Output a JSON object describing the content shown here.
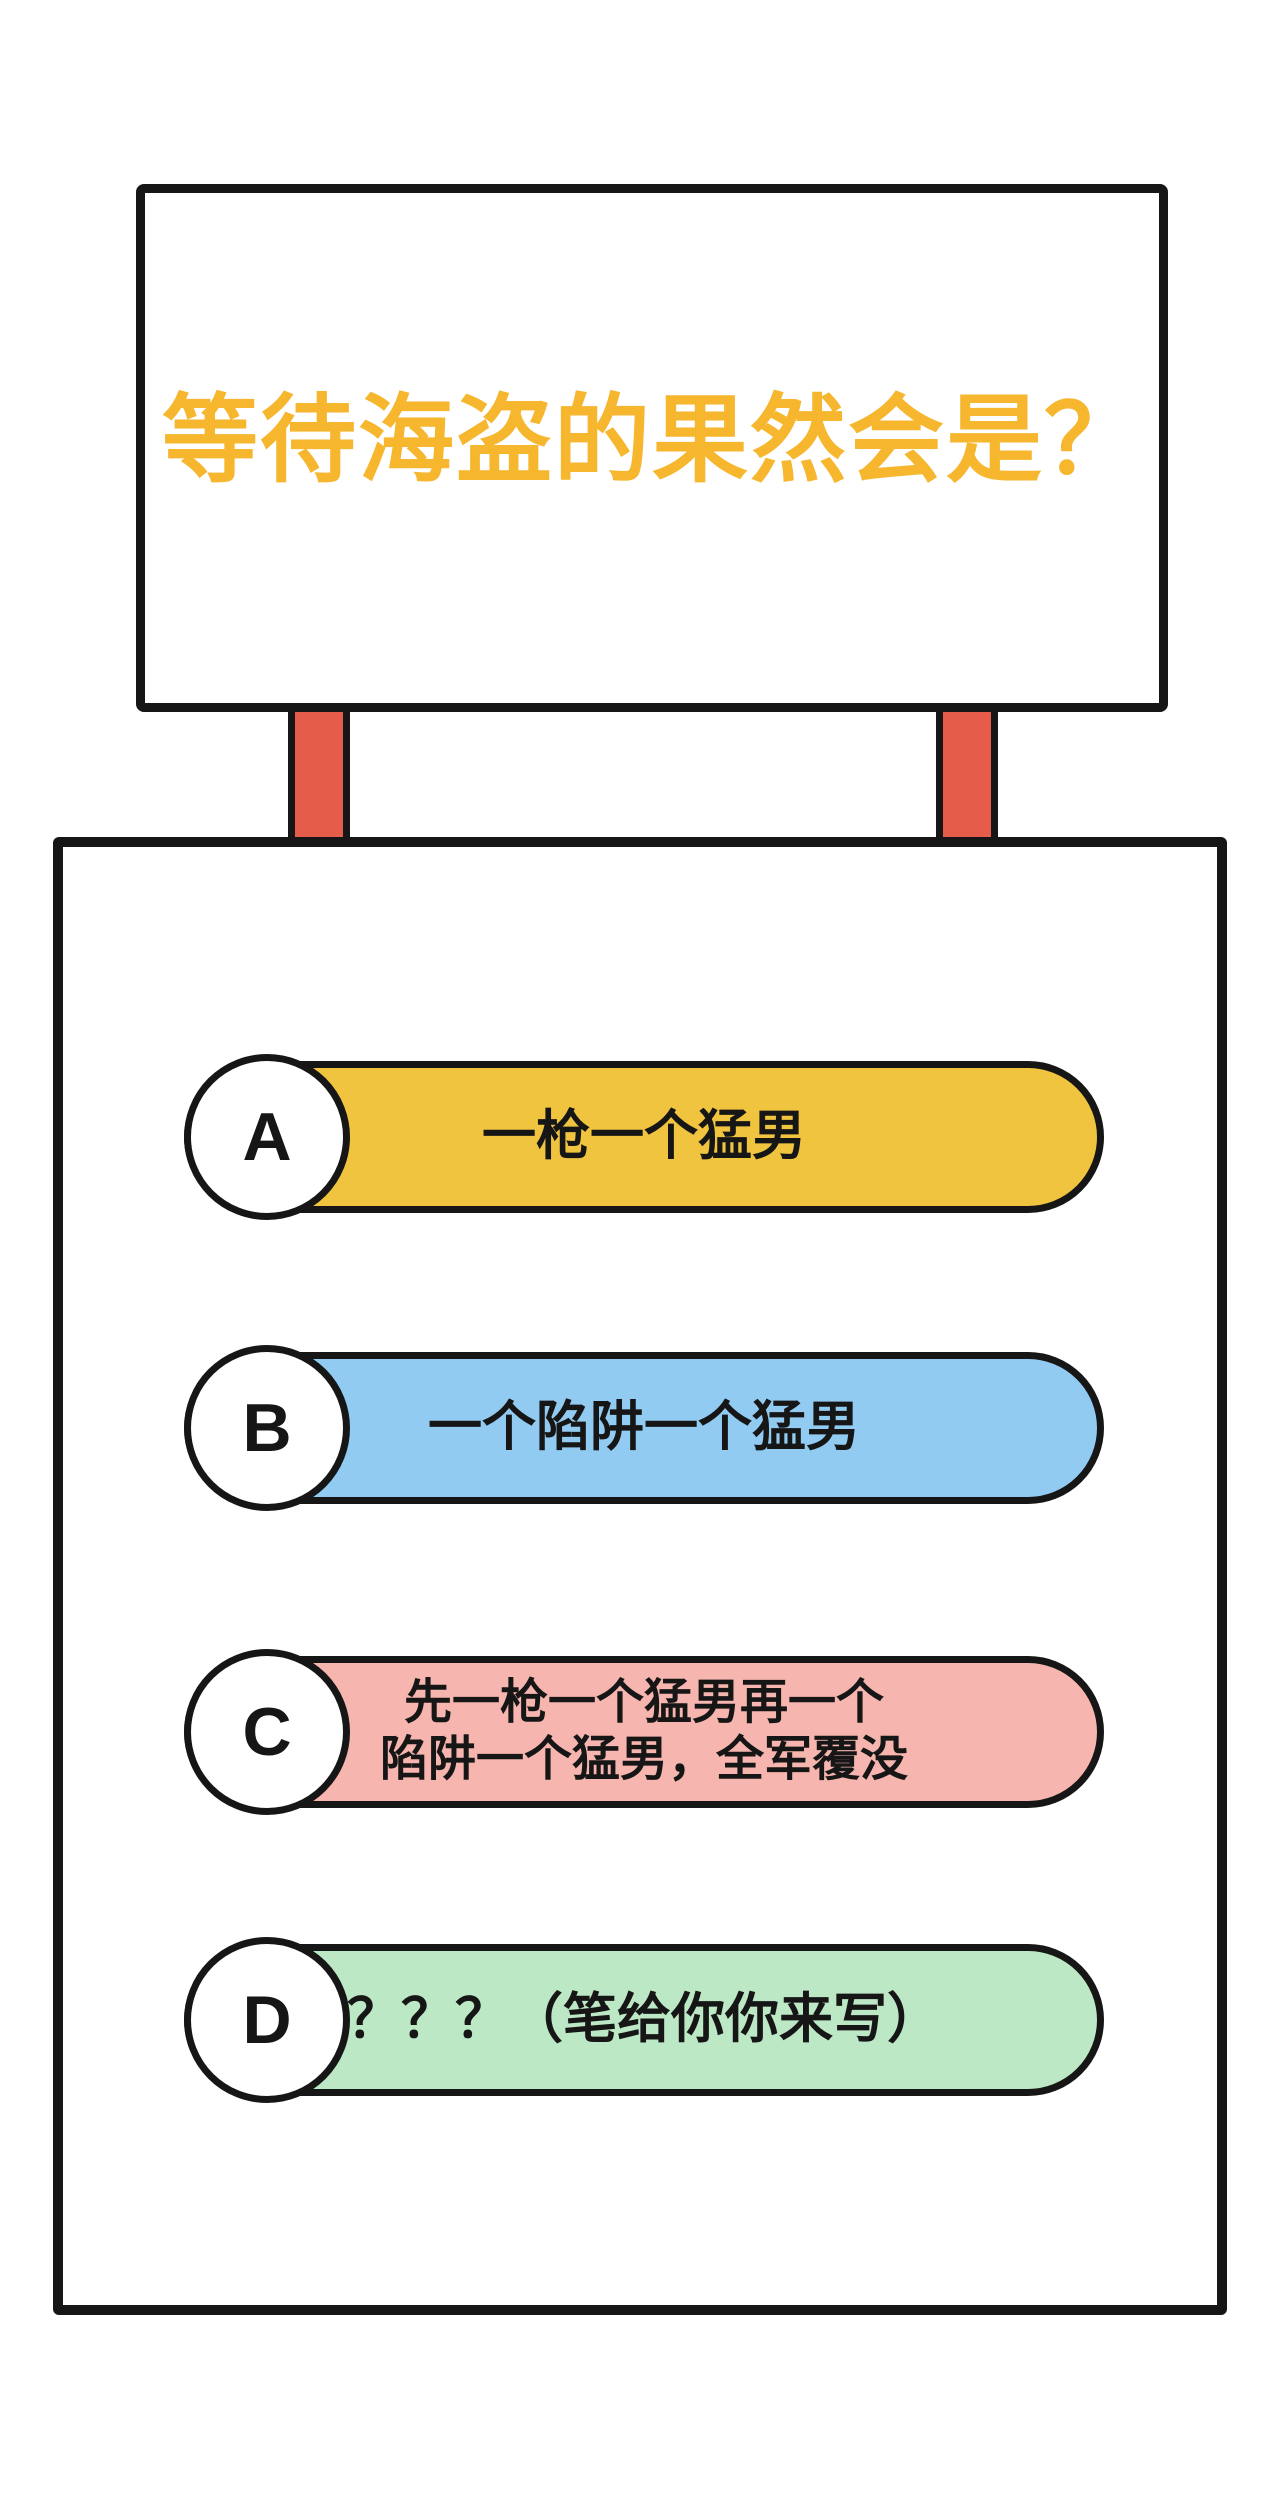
{
  "sign": {
    "title": "等待海盗的果然会是？",
    "title_color": "#F6B62E",
    "title_outline_color": "#FFFFFF"
  },
  "post_color": "#E65C4B",
  "border_color": "#161616",
  "options": [
    {
      "letter": "A",
      "lines": [
        "一枪一个猛男"
      ],
      "color": "#F0C43F"
    },
    {
      "letter": "B",
      "lines": [
        "一个陷阱一个猛男"
      ],
      "color": "#92CBF2"
    },
    {
      "letter": "C",
      "lines": [
        "先一枪一个猛男再一个",
        "陷阱一个猛男，全军覆没"
      ],
      "color": "#F6B5AE"
    },
    {
      "letter": "D",
      "lines": [
        "？？？（笔给你你来写）"
      ],
      "color": "#BDE8C5"
    }
  ]
}
